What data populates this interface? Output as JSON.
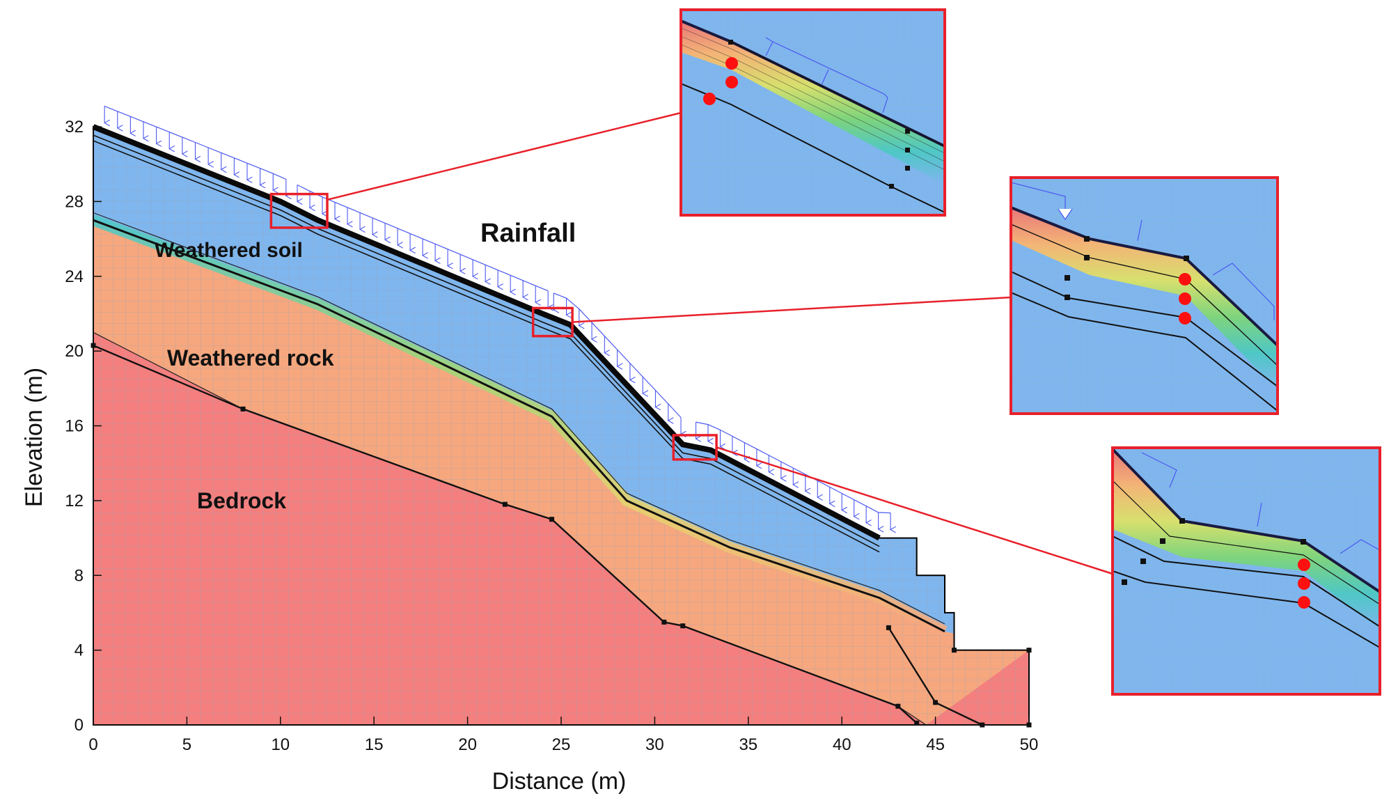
{
  "axes": {
    "xlabel": "Distance (m)",
    "ylabel": "Elevation (m)",
    "x_ticks": [
      "0",
      "5",
      "10",
      "15",
      "20",
      "25",
      "30",
      "35",
      "40",
      "45",
      "50"
    ],
    "y_ticks": [
      "0",
      "4",
      "8",
      "12",
      "16",
      "20",
      "24",
      "28",
      "32"
    ],
    "xlim": [
      0,
      50
    ],
    "ylim": [
      0,
      32
    ]
  },
  "labels": {
    "rainfall": "Rainfall",
    "weathered_soil": "Weathered soil",
    "weathered_rock": "Weathered rock",
    "bedrock": "Bedrock"
  },
  "colors": {
    "weathered_soil": "#7fb6ee",
    "weathered_rock": "#f6a77e",
    "bedrock": "#f47f7e",
    "mesh": "#9aa3b3",
    "rain_arrow": "#4b58f0",
    "highlight": "#e8202a",
    "monitor_point": "#ff1010",
    "outline": "#000000"
  },
  "geometry": {
    "surface": [
      [
        0,
        32
      ],
      [
        10,
        28
      ],
      [
        12,
        27
      ],
      [
        24,
        22
      ],
      [
        25.5,
        21.4
      ],
      [
        31.5,
        15
      ],
      [
        33,
        14.7
      ],
      [
        42,
        10
      ],
      [
        44,
        10
      ],
      [
        44,
        8
      ],
      [
        45.5,
        8
      ],
      [
        45.5,
        6
      ],
      [
        46,
        6
      ],
      [
        46,
        4
      ],
      [
        50,
        4
      ],
      [
        50,
        0
      ],
      [
        0,
        0
      ]
    ],
    "rock_top": [
      [
        0,
        27
      ],
      [
        12,
        22.5
      ],
      [
        24.5,
        16.5
      ],
      [
        28.5,
        12
      ],
      [
        34,
        9.5
      ],
      [
        42,
        6.8
      ],
      [
        45.5,
        5
      ]
    ],
    "bedrock_top": [
      [
        0,
        21
      ],
      [
        8,
        16.9
      ],
      [
        22,
        11.8
      ],
      [
        24.5,
        11
      ],
      [
        30.5,
        5.5
      ],
      [
        31.5,
        5.3
      ],
      [
        43,
        1
      ],
      [
        44.5,
        0
      ]
    ],
    "inner_line_1": [
      [
        0,
        20.3
      ],
      [
        8,
        16.9
      ],
      [
        22,
        11.8
      ],
      [
        24.5,
        11
      ],
      [
        30.5,
        5.5
      ],
      [
        31.5,
        5.3
      ],
      [
        43,
        1
      ],
      [
        44,
        0.1
      ]
    ],
    "inner_line_2": [
      [
        42.5,
        5.2
      ],
      [
        45,
        1.2
      ],
      [
        47.5,
        0
      ]
    ],
    "monitor_boxes": [
      [
        9.5,
        12.5,
        26.6,
        28.4
      ],
      [
        23.5,
        25.6,
        20.8,
        22.3
      ],
      [
        31,
        33.3,
        14.2,
        15.5
      ]
    ]
  },
  "rain_segments": [
    [
      0.6,
      10.3
    ],
    [
      10.9,
      24.3
    ],
    [
      24.6,
      31.4
    ],
    [
      32.2,
      42.6
    ]
  ]
}
